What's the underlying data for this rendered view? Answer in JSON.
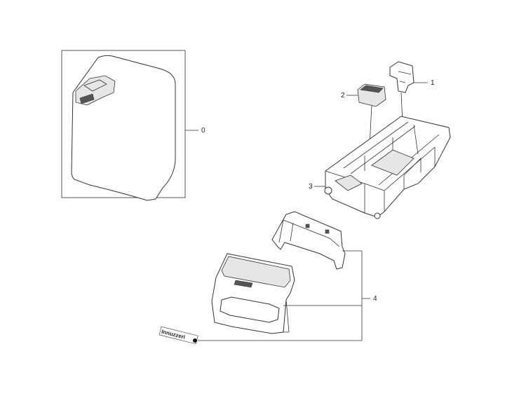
{
  "callouts": {
    "c0": "0",
    "c1": "1",
    "c2": "2",
    "c3": "3",
    "c4": "4"
  },
  "badge_text": "Innuzzeri"
}
